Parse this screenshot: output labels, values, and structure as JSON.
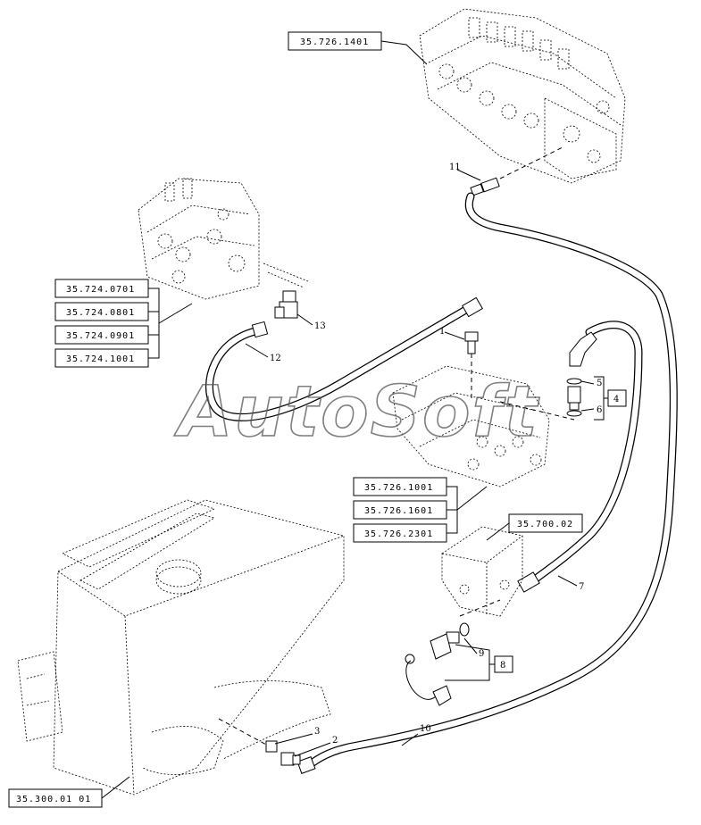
{
  "references": {
    "valve_top": "35.726.1401",
    "valve_left_1": "35.724.0701",
    "valve_left_2": "35.724.0801",
    "valve_left_3": "35.724.0901",
    "valve_left_4": "35.724.1001",
    "valve_mid_1": "35.726.1001",
    "valve_mid_2": "35.726.1601",
    "valve_mid_3": "35.726.2301",
    "bracket": "35.700.02",
    "tank": "35.300.01 01"
  },
  "item_numbers": {
    "n1": "1",
    "n2": "2",
    "n3": "3",
    "n4": "4",
    "n5": "5",
    "n6": "6",
    "n7": "7",
    "n8": "8",
    "n9": "9",
    "n10": "10",
    "n11": "11",
    "n12": "12",
    "n13": "13"
  },
  "watermark": "AutoSoft"
}
